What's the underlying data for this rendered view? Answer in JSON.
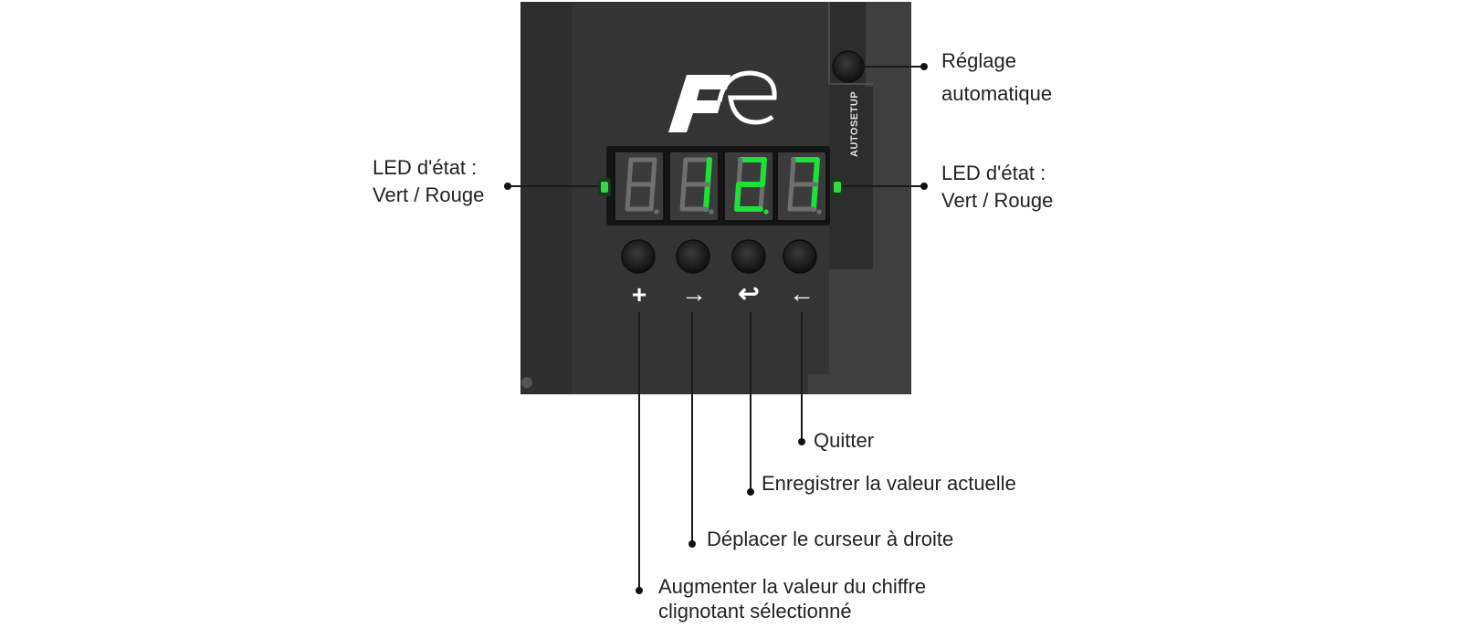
{
  "device": {
    "logo_text": "Fe",
    "autosetup_label": "AUTOSETUP",
    "display": {
      "digits": [
        "",
        "1",
        "2",
        "7"
      ],
      "active_digit_color": "#1fe03a",
      "inactive_digit_color": "#6f6f6f"
    },
    "status_led_color": "#3ad34a",
    "buttons": [
      {
        "symbol": "+",
        "icon": "plus-icon"
      },
      {
        "symbol": "→",
        "icon": "arrow-right-icon"
      },
      {
        "symbol": "↩",
        "icon": "return-enter-icon"
      },
      {
        "symbol": "←",
        "icon": "arrow-left-icon"
      }
    ]
  },
  "callouts": {
    "autosetup": {
      "line1": "Réglage",
      "line2": "automatique"
    },
    "led_left": {
      "line1": "LED d'état :",
      "line2": "Vert / Rouge"
    },
    "led_right": {
      "line1": "LED d'état :",
      "line2": "Vert / Rouge"
    },
    "quit": "Quitter",
    "enter": "Enregistrer la valeur actuelle",
    "move_right": "Déplacer le curseur à droite",
    "increase": {
      "line1": "Augmenter la valeur du chiffre",
      "line2": "clignotant sélectionné"
    }
  },
  "colors": {
    "panel": "#333333",
    "bezel": "#2b2b2b",
    "rail": "#3e3e3e",
    "callout_line": "#1a1a1a"
  }
}
